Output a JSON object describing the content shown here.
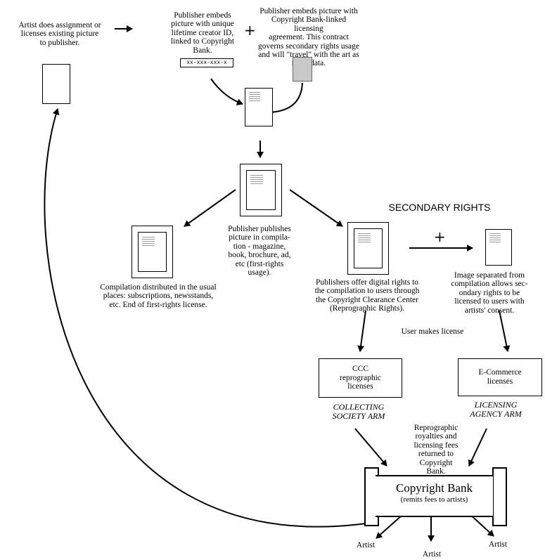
{
  "artist_step": "Artist does assignment or\nlicenses existing picture\nto publisher.",
  "publisher_embed_id": "Publisher embeds\npicture with unique\nlifetime creator ID,\nlinked to Copyright\nBank.",
  "creator_id_sample": "xx-xxx-xxx-x",
  "publisher_embed_agreement": "Publisher embeds picture with\nCopyright Bank-linked licensing\nagreement.  This contract\ngoverns secondary rights usage\nand will \"travel\" with the art as\nmeta-data.",
  "plus_sign": "+",
  "publisher_publishes": "Publisher publishes\npicture in compila-\ntion - magazine,\nbook, brochure, ad,\netc (first-rights\nusage).",
  "compilation_distributed": "Compilation distributed in the usual\nplaces: subscriptions, newsstands,\netc.  End of first-rights license.",
  "secondary_rights_heading": "SECONDARY RIGHTS",
  "publishers_offer": "Publishers offer digital rights to\nthe compilation to users through\nthe Copyright Clearance Center\n(Reprographic Rights).",
  "image_separated": "Image separated from\ncompilation allows sec-\nondary rights to be\nlicensed to users with\nartists' consent.",
  "user_makes_license": "User makes license",
  "ccc_box": "CCC\nreprographic\nlicenses",
  "ecommerce_box": "E-Commerce\nlicenses",
  "collecting_society": "COLLECTING\nSOCIETY ARM",
  "licensing_agency": "LICENSING\nAGENCY ARM",
  "royalties_returned": "Reprographic\nroyalties and\nlicensing fees\nreturned to\nCopyright\nBank.",
  "bank_title": "Copyright Bank",
  "bank_subtitle": "(remits fees to artists)",
  "artist_labels": [
    "Artist",
    "Artist",
    "Artist"
  ]
}
